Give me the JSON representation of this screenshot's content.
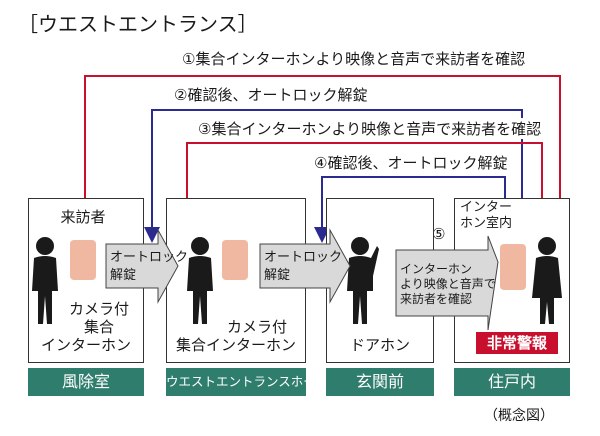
{
  "title": "［ウエストエントランス］",
  "steps": [
    "①集合インターホンより映像と音声で来訪者を確認",
    "②確認後、オートロック解錠",
    "③集合インターホンより映像と音声で来訪者を確認",
    "④確認後、オートロック解錠",
    "⑤"
  ],
  "boxes": {
    "b1_visitor": "来訪者",
    "b1_caption": [
      "カメラ付",
      "集合",
      "インターホン"
    ],
    "b2_caption": [
      "カメラ付",
      "集合インターホン"
    ],
    "b3_caption": "ドアホン",
    "b4_top": [
      "インター",
      "ホン室内"
    ]
  },
  "arrow_labels": {
    "a1": [
      "オートロック",
      "解錠"
    ],
    "a2": [
      "オートロック",
      "解錠"
    ],
    "a3": [
      "インターホン",
      "より映像と音声で",
      "来訪者を確認"
    ]
  },
  "alarm": "非常警報",
  "bands": [
    "風除室",
    "ウエストエントランスホール",
    "玄関前",
    "住戸内"
  ],
  "footnote": "（概念図）",
  "colors": {
    "red_line": "#c8102e",
    "blue_line": "#2b2b8f",
    "band": "#2f7d6d",
    "arrow_fill": "#d9d9d9",
    "intercom": "#f0b8a0"
  }
}
